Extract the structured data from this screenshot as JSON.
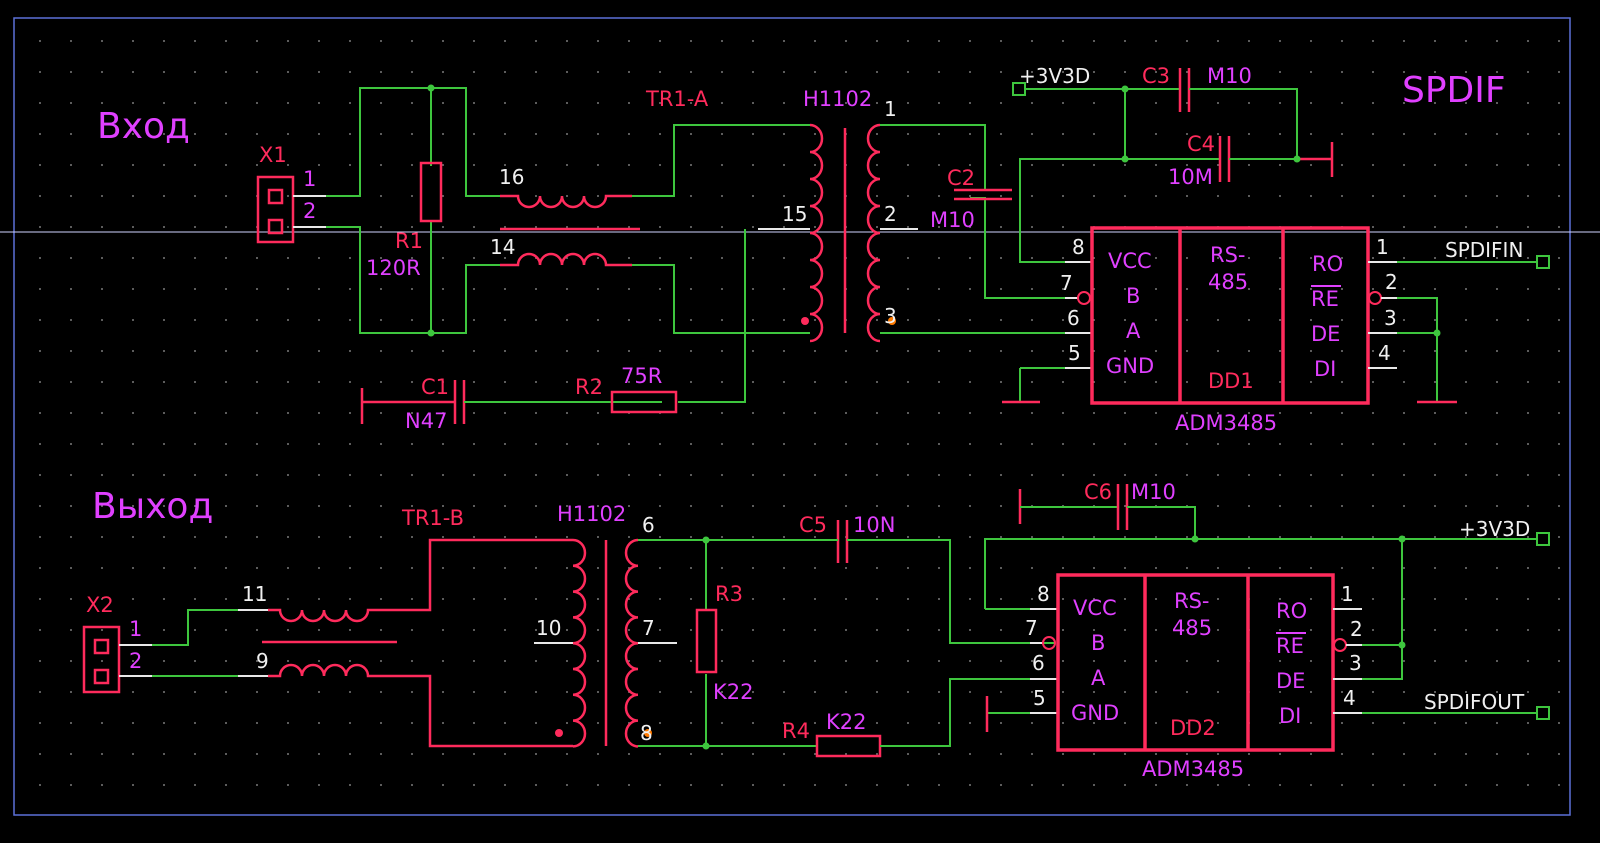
{
  "title": "SPDIF",
  "sections": {
    "input": "Вход",
    "output": "Выход"
  },
  "connectors": {
    "x1": {
      "ref": "X1",
      "pin1": "1",
      "pin2": "2"
    },
    "x2": {
      "ref": "X2",
      "pin1": "1",
      "pin2": "2"
    }
  },
  "resistors": {
    "r1": {
      "ref": "R1",
      "value": "120R"
    },
    "r2": {
      "ref": "R2",
      "value": "75R"
    },
    "r3": {
      "ref": "R3",
      "value": "K22"
    },
    "r4": {
      "ref": "R4",
      "value": "K22"
    }
  },
  "capacitors": {
    "c1": {
      "ref": "C1",
      "value": "N47"
    },
    "c2": {
      "ref": "C2",
      "value": "M10"
    },
    "c3": {
      "ref": "C3",
      "value": "M10"
    },
    "c4": {
      "ref": "C4",
      "value": "10M"
    },
    "c5": {
      "ref": "C5",
      "value": "10N"
    },
    "c6": {
      "ref": "C6",
      "value": "M10"
    }
  },
  "transformers": {
    "tr1a": {
      "ref": "TR1-A",
      "part": "H1102",
      "pins": {
        "p16": "16",
        "p14": "14",
        "p15": "15",
        "p1": "1",
        "p2": "2",
        "p3": "3"
      }
    },
    "tr1b": {
      "ref": "TR1-B",
      "part": "H1102",
      "pins": {
        "p11": "11",
        "p9": "9",
        "p10": "10",
        "p6": "6",
        "p7": "7",
        "p8": "8"
      }
    }
  },
  "chips": {
    "dd1": {
      "ref": "DD1",
      "part": "ADM3485",
      "func_line1": "RS-",
      "func_line2": "485",
      "left": [
        "VCC",
        "B",
        "A",
        "GND"
      ],
      "right": [
        "RO",
        "RE",
        "DE",
        "DI"
      ],
      "lpins": [
        "8",
        "7",
        "6",
        "5"
      ],
      "rpins": [
        "1",
        "2",
        "3",
        "4"
      ]
    },
    "dd2": {
      "ref": "DD2",
      "part": "ADM3485",
      "func_line1": "RS-",
      "func_line2": "485",
      "left": [
        "VCC",
        "B",
        "A",
        "GND"
      ],
      "right": [
        "RO",
        "RE",
        "DE",
        "DI"
      ],
      "lpins": [
        "8",
        "7",
        "6",
        "5"
      ],
      "rpins": [
        "1",
        "2",
        "3",
        "4"
      ]
    }
  },
  "nets": {
    "vcc_top": "+3V3D",
    "vcc_bottom": "+3V3D",
    "spdifin": "SPDIFIN",
    "spdifout": "SPDIFOUT"
  },
  "colors": {
    "component": "#ff2b5c",
    "wire": "#3ec63e",
    "label": "#e040ff",
    "text": "#f0f0f0",
    "background": "#000000"
  }
}
